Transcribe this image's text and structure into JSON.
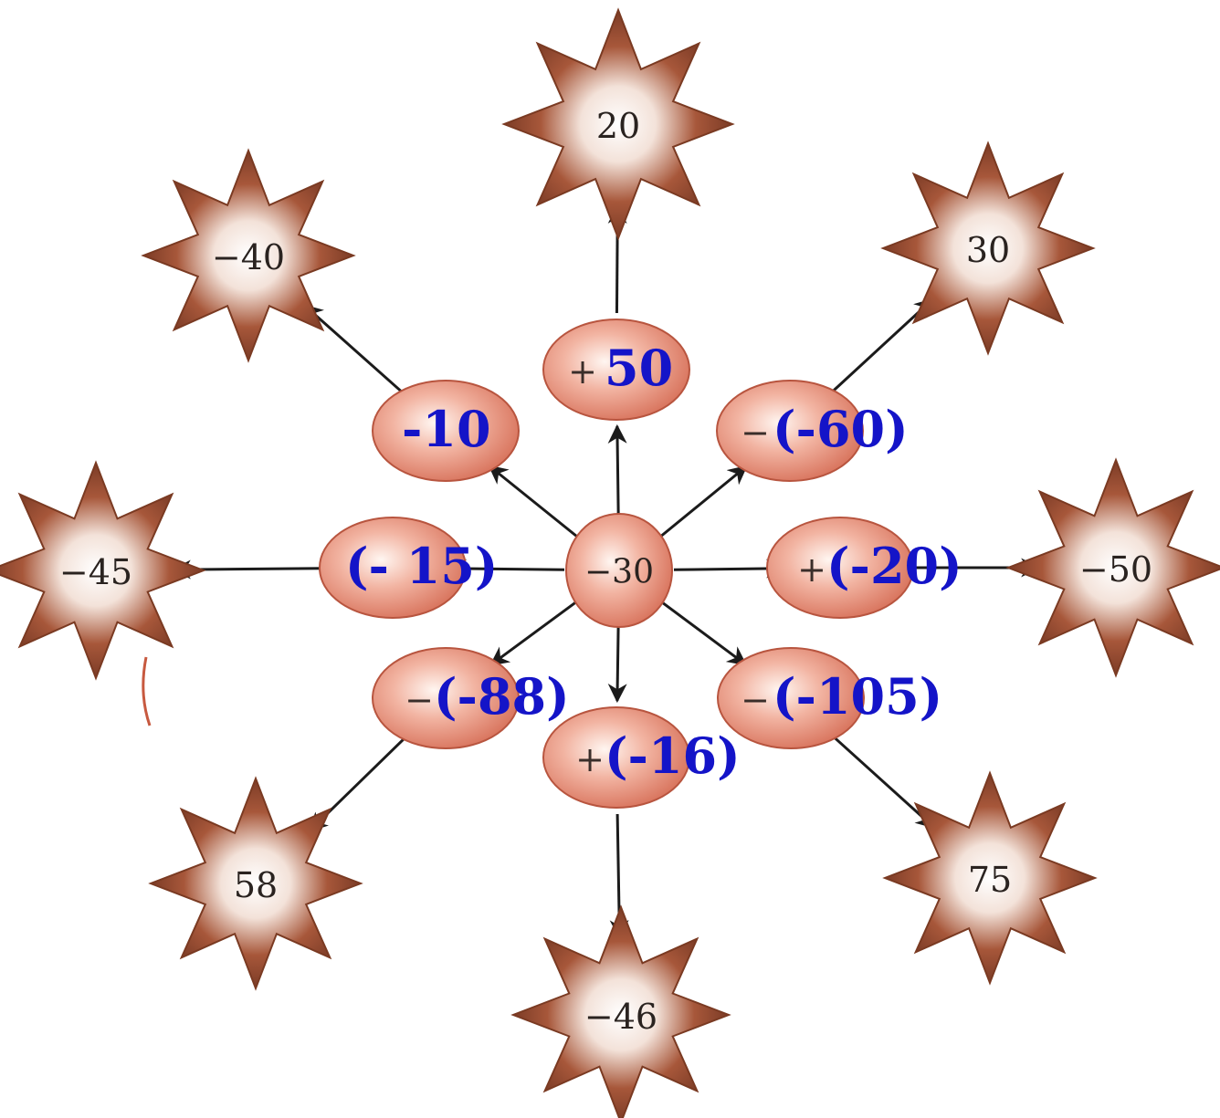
{
  "center": {
    "value": "−30"
  },
  "ovals": [
    {
      "id": "up",
      "sign": "+",
      "answer": "50"
    },
    {
      "id": "up-right",
      "sign": "−",
      "answer": "(-60)"
    },
    {
      "id": "right",
      "sign": "+",
      "answer": "(-20)"
    },
    {
      "id": "down-right",
      "sign": "−",
      "answer": "(-105)"
    },
    {
      "id": "down",
      "sign": "+",
      "answer": "(-16)"
    },
    {
      "id": "down-left",
      "sign": "−",
      "answer": "(-88)"
    },
    {
      "id": "left",
      "sign": "",
      "answer": "(- 15)"
    },
    {
      "id": "up-left",
      "sign": "",
      "answer": "-10"
    }
  ],
  "stars": [
    {
      "id": "up",
      "value": "20"
    },
    {
      "id": "up-right",
      "value": "30"
    },
    {
      "id": "right",
      "value": "−50"
    },
    {
      "id": "down-right",
      "value": "75"
    },
    {
      "id": "down",
      "value": "−46"
    },
    {
      "id": "down-left",
      "value": "58"
    },
    {
      "id": "left",
      "value": "−45"
    },
    {
      "id": "up-left",
      "value": "−40"
    }
  ],
  "colors": {
    "star_fill": "#7a3a22",
    "star_glow": "#ffffff",
    "oval_fill": "#e7907a",
    "oval_edge": "#b8553f",
    "answer_text": "#1414c8",
    "arrow": "#1b1b1b"
  }
}
